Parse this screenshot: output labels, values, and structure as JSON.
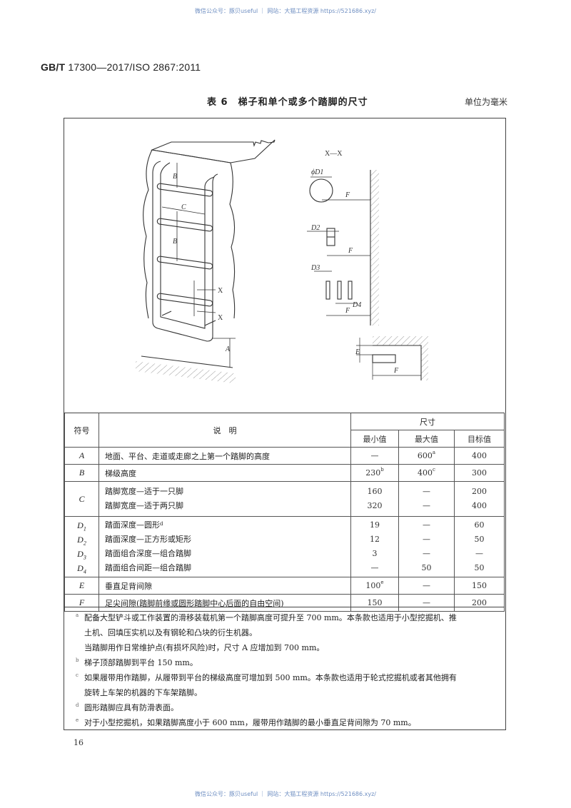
{
  "watermark": {
    "top": "微信公众号：豚贝useful ｜ 网站：大猫工程资源 https://521686.xyz/",
    "bottom": "微信公众号：豚贝useful ｜ 网站：大猫工程资源 https://521686.xyz/"
  },
  "header": {
    "standard_prefix": "GB/T",
    "standard_number": "17300—2017/ISO 2867:2011"
  },
  "table_title": "表 6　梯子和单个或多个踏脚的尺寸",
  "unit_note": "单位为毫米",
  "figure": {
    "section_label": "X—X",
    "labels": {
      "B_top": "B",
      "C": "C",
      "B_mid": "B",
      "X_upper": "X",
      "X_lower": "X",
      "A": "A",
      "phiD1": "ϕD1",
      "F1": "F",
      "D2": "D2",
      "F2": "F",
      "D3": "D3",
      "D4": "D4",
      "F3": "F",
      "E": "E",
      "F4": "F"
    }
  },
  "table": {
    "headers": {
      "symbol": "符号",
      "description": "说　明",
      "dimension": "尺寸",
      "min": "最小值",
      "max": "最大值",
      "target": "目标值"
    },
    "rows": [
      {
        "sym": "A",
        "sub": "",
        "desc": "地面、平台、走道或走廊之上第一个踏脚的高度",
        "desc_sup": "",
        "min": "—",
        "min_sup": "",
        "max": "600",
        "max_sup": "a",
        "target": "400"
      },
      {
        "sym": "B",
        "sub": "",
        "desc": "梯级高度",
        "desc_sup": "",
        "min": "230",
        "min_sup": "b",
        "max": "400",
        "max_sup": "c",
        "target": "300"
      },
      {
        "sym": "C",
        "sub": "",
        "desc": "踏脚宽度—适于一只脚",
        "desc_sup": "",
        "min": "160",
        "min_sup": "",
        "max": "—",
        "max_sup": "",
        "target": "200"
      },
      {
        "sym": "",
        "sub": "",
        "desc": "踏脚宽度—适于两只脚",
        "desc_sup": "",
        "min": "320",
        "min_sup": "",
        "max": "—",
        "max_sup": "",
        "target": "400"
      },
      {
        "sym": "D",
        "sub": "1",
        "desc": "踏面深度—圆形",
        "desc_sup": "d",
        "min": "19",
        "min_sup": "",
        "max": "—",
        "max_sup": "",
        "target": "60"
      },
      {
        "sym": "D",
        "sub": "2",
        "desc": "踏面深度—正方形或矩形",
        "desc_sup": "",
        "min": "12",
        "min_sup": "",
        "max": "—",
        "max_sup": "",
        "target": "50"
      },
      {
        "sym": "D",
        "sub": "3",
        "desc": "踏面组合深度—组合踏脚",
        "desc_sup": "",
        "min": "3",
        "min_sup": "",
        "max": "—",
        "max_sup": "",
        "target": "—"
      },
      {
        "sym": "D",
        "sub": "4",
        "desc": "踏面组合间距—组合踏脚",
        "desc_sup": "",
        "min": "—",
        "min_sup": "",
        "max": "50",
        "max_sup": "",
        "target": "50"
      },
      {
        "sym": "E",
        "sub": "",
        "desc": "垂直足背间隙",
        "desc_sup": "",
        "min": "100",
        "min_sup": "e",
        "max": "—",
        "max_sup": "",
        "target": "150"
      },
      {
        "sym": "F",
        "sub": "",
        "desc": "足尖间隙(踏脚前缘或圆形踏脚中心后面的自由空间)",
        "desc_sup": "",
        "min": "150",
        "min_sup": "",
        "max": "—",
        "max_sup": "",
        "target": "200"
      }
    ]
  },
  "notes": [
    {
      "mark": "a",
      "lines": [
        "配备大型铲斗或工作装置的滑移装载机第一个踏脚高度可提升至 700 mm。本条款也适用于小型挖掘机、推",
        "土机、回填压实机以及有钢轮和凸块的衍生机器。",
        "当踏脚用作日常维护点(有损坏风险)时，尺寸 A 应增加到 700 mm。"
      ]
    },
    {
      "mark": "b",
      "lines": [
        "梯子顶部踏脚到平台 150 mm。"
      ]
    },
    {
      "mark": "c",
      "lines": [
        "如果履带用作踏脚，从履带到平台的梯级高度可增加到 500 mm。本条款也适用于轮式挖掘机或者其他拥有",
        "旋转上车架的机器的下车架踏脚。"
      ]
    },
    {
      "mark": "d",
      "lines": [
        "圆形踏脚应具有防滑表面。"
      ]
    },
    {
      "mark": "e",
      "lines": [
        "对于小型挖掘机，如果踏脚高度小于 600 mm，履带用作踏脚的最小垂直足背间隙为 70 mm。"
      ]
    }
  ],
  "page_number": "16"
}
